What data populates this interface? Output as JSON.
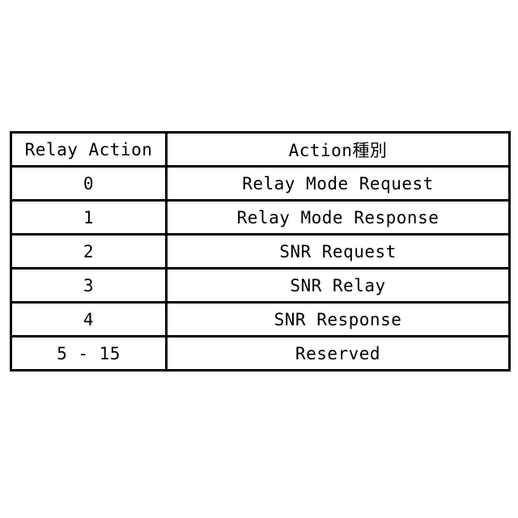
{
  "colors": {
    "background": "#ffffff",
    "border": "#000000",
    "text": "#000000"
  },
  "table": {
    "headers": [
      "Relay Action",
      "Action種別"
    ],
    "rows": [
      [
        "0",
        "Relay Mode Request"
      ],
      [
        "1",
        "Relay Mode Response"
      ],
      [
        "2",
        "SNR Request"
      ],
      [
        "3",
        "SNR Relay"
      ],
      [
        "4",
        "SNR Response"
      ],
      [
        "5 - 15",
        "Reserved"
      ]
    ]
  }
}
